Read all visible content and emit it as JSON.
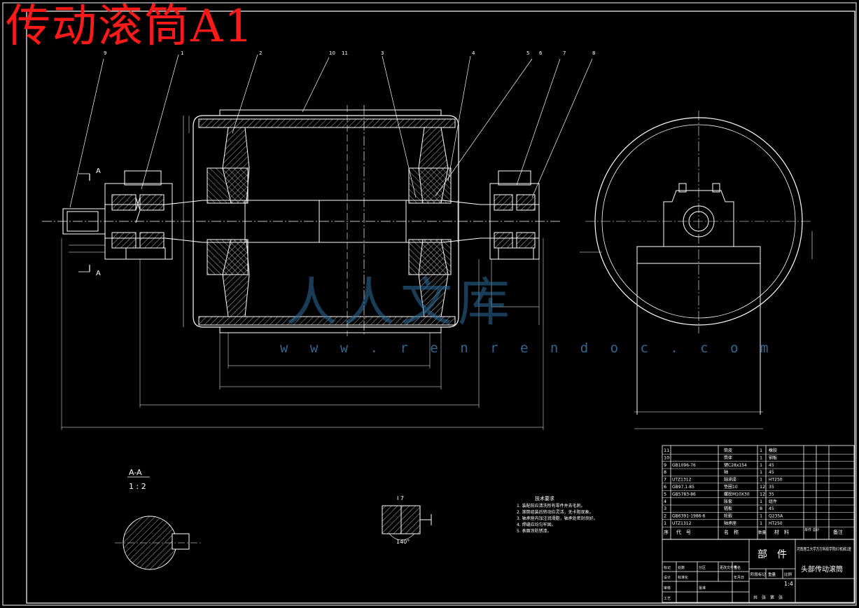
{
  "title": "传动滚筒A1",
  "watermark": {
    "text": "人人文库",
    "url": "w w w . r e n r e n d o c . c o m"
  },
  "section_label": {
    "name": "A-A",
    "scale": "1 : 2"
  },
  "detail_label": {
    "name": "I 7",
    "angle": "140°"
  },
  "section_mark": "A",
  "tech_req": {
    "title": "技术要求",
    "lines": [
      "1. 装配前应清洗所有零件并去毛刺。",
      "2. 滚筒组装后转动应灵活，无卡阻现象。",
      "3. 轴承座内加注润滑脂，轴承处密封良好。",
      "4. 焊缝应均匀牢固。",
      "5. 表面涂防锈漆。"
    ]
  },
  "leaders": [
    "9",
    "1",
    "2",
    "10",
    "11",
    "3",
    "4",
    "5",
    "6",
    "7",
    "8"
  ],
  "parts": [
    {
      "no": "11",
      "code": "",
      "name": "筒皮",
      "qty": "1",
      "mat": "橡胶"
    },
    {
      "no": "10",
      "code": "",
      "name": "筒体",
      "qty": "1",
      "mat": "钢板"
    },
    {
      "no": "9",
      "code": "GB1096-76",
      "name": "键C28x154",
      "qty": "1",
      "mat": "45"
    },
    {
      "no": "8",
      "code": "",
      "name": "轴",
      "qty": "1",
      "mat": "45"
    },
    {
      "no": "7",
      "code": "UTZ1312",
      "name": "轴承座",
      "qty": "1",
      "mat": "HT250"
    },
    {
      "no": "6",
      "code": "GB97.1-85",
      "name": "垫圈10",
      "qty": "12",
      "mat": "35"
    },
    {
      "no": "5",
      "code": "GB5783-86",
      "name": "螺栓M10X30",
      "qty": "12",
      "mat": "35"
    },
    {
      "no": "4",
      "code": "",
      "name": "胀套",
      "qty": "1",
      "mat": "组件"
    },
    {
      "no": "3",
      "code": "",
      "name": "辐板",
      "qty": "8",
      "mat": "45"
    },
    {
      "no": "2",
      "code": "GB6391-1986-6",
      "name": "轮毂",
      "qty": "1",
      "mat": "Q235A"
    },
    {
      "no": "1",
      "code": "UTZ1312",
      "name": "轴承座",
      "qty": "1",
      "mat": "HT250"
    }
  ],
  "table_header": {
    "no": "序",
    "code": "代　号",
    "name": "名　称",
    "qty": "数量",
    "mat": "材　料",
    "weight": "单件 总计",
    "note": "备注"
  },
  "title_block": {
    "school": "河南理工大学万方科技学院07机械1班",
    "part": "部　件",
    "drawing": "头部传动滚筒",
    "scale_label": "比例",
    "scale": "1:4",
    "weight_label": "重量",
    "mark_label": "阶段标记",
    "sheet": "共　张　第　张",
    "rows": [
      "标记",
      "处数",
      "分区",
      "更改文件号",
      "签名",
      "年月日",
      "设计",
      "标准化",
      "审核",
      "工艺",
      "批准"
    ]
  },
  "colors": {
    "line": "#ffffff",
    "title": "#ff1a1a",
    "watermark": "#2f6f9e"
  }
}
